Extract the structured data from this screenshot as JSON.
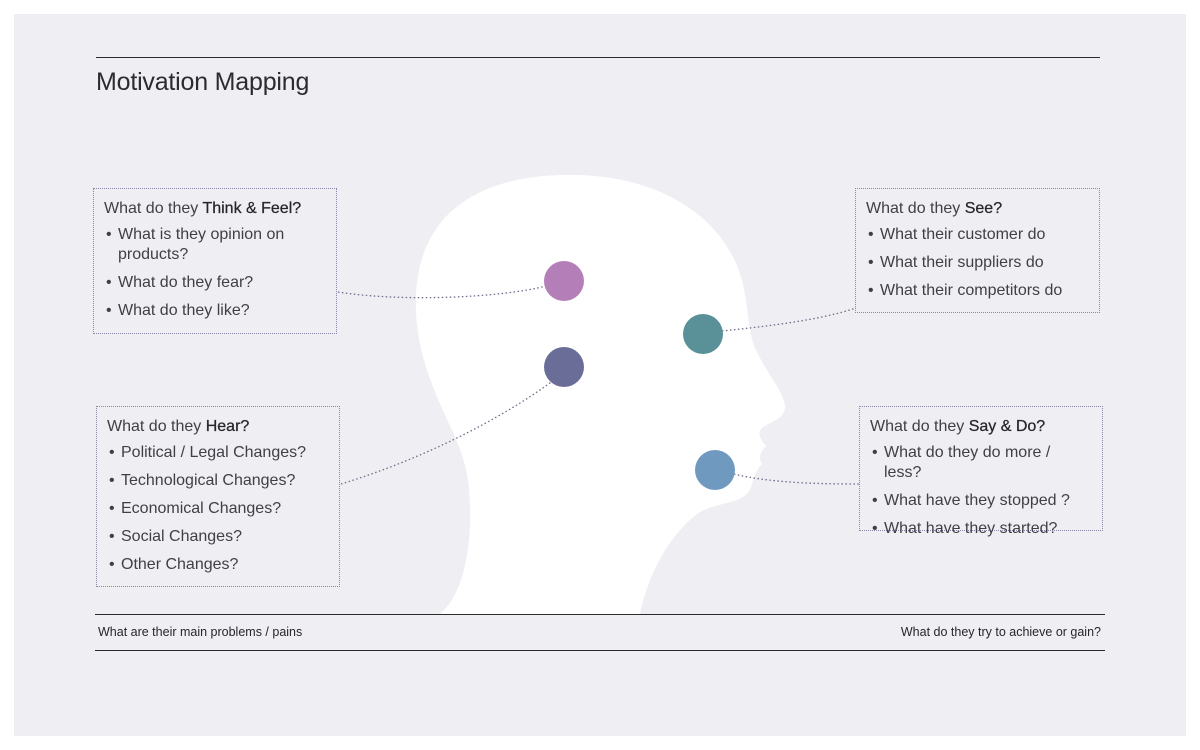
{
  "title": "Motivation Mapping",
  "colors": {
    "background": "#efeef2",
    "head": "#ffffff",
    "think_dot": "#b47fb8",
    "hear_dot": "#6a6d98",
    "see_dot": "#5a9199",
    "say_dot": "#7099c0",
    "connector": "#6e6a8a"
  },
  "think_feel": {
    "prefix": "What do they ",
    "emphasis": "Think & Feel?",
    "items": [
      "What is they opinion on products?",
      "What do they fear?",
      "What do they like?"
    ]
  },
  "see": {
    "prefix": "What do they ",
    "emphasis": "See?",
    "items": [
      "What their customer do",
      "What their suppliers do",
      "What their competitors do"
    ]
  },
  "hear": {
    "prefix": "What do they ",
    "emphasis": "Hear?",
    "items": [
      "Political / Legal Changes?",
      "Technological Changes?",
      "Economical Changes?",
      "Social Changes?",
      "Other Changes?"
    ]
  },
  "say_do": {
    "prefix": "What do they ",
    "emphasis": "Say & Do?",
    "items": [
      "What do they do more /  less?",
      "What have they stopped ?",
      "What have they started?"
    ]
  },
  "footer": {
    "pains": "What are their main problems / pains",
    "gains": "What do they try to achieve or gain?"
  }
}
